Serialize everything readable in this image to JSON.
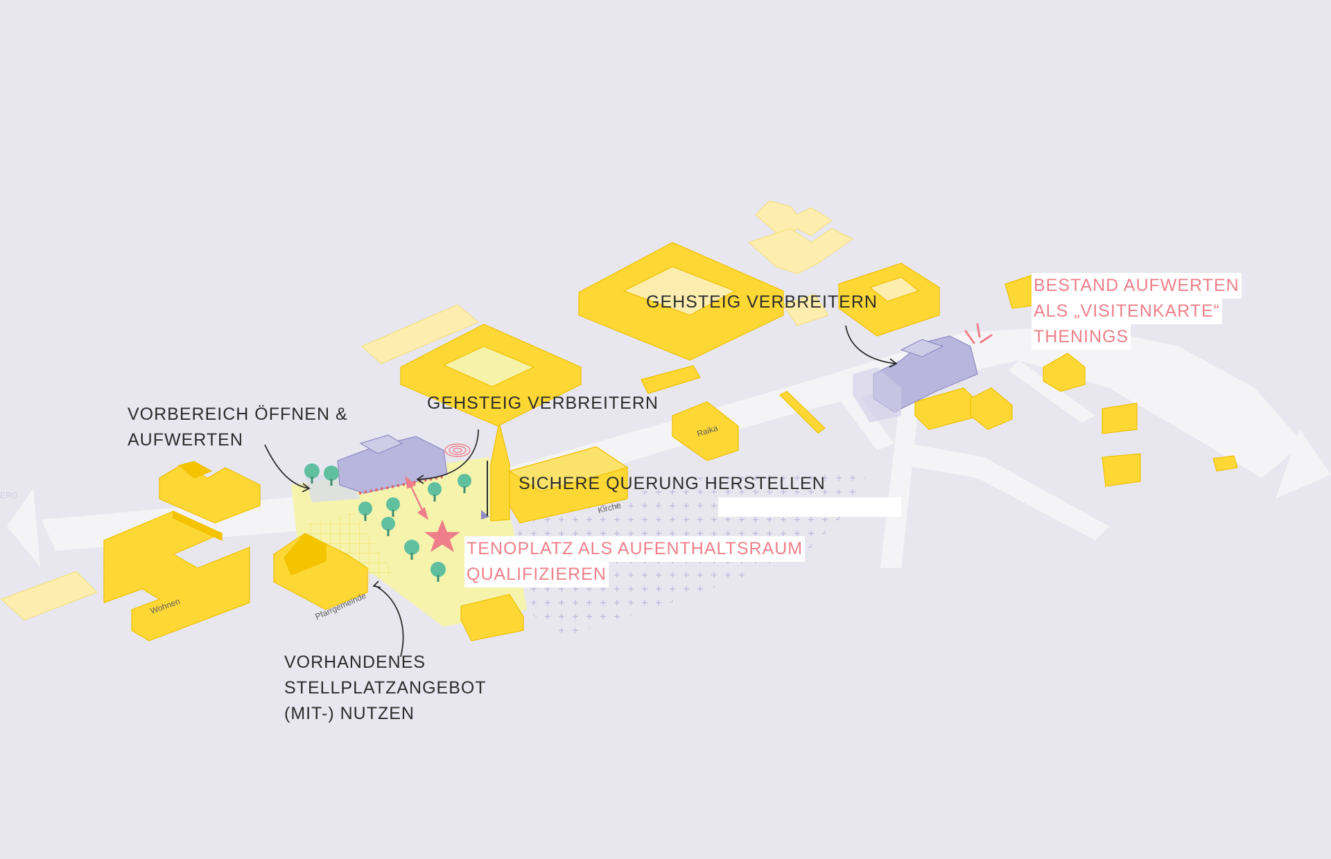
{
  "annotations": {
    "vorbereich": [
      "VORBEREICH ÖFFNEN &",
      "AUFWERTEN"
    ],
    "gehsteig_left": "GEHSTEIG VERBREITERN",
    "gehsteig_right": "GEHSTEIG VERBREITERN",
    "querung": "SICHERE QUERUNG HERSTELLEN",
    "tenoplatz": [
      "TENOPLATZ ALS AUFENTHALTSRAUM",
      "QUALIFIZIEREN"
    ],
    "bestand": [
      "BESTAND AUFWERTEN",
      "ALS „VISITENKARTE“",
      "THENINGS"
    ],
    "stellplatz": [
      "VORHANDENES",
      "STELLPLATZANGEBOT",
      "(MIT-) NUTZEN"
    ]
  },
  "place_labels": {
    "wohnen": "Wohnen",
    "pfarrgemeinde": "Pfarrgemeinde",
    "kirche": "Kirche",
    "raika": "Raika",
    "road_end": "ERG"
  },
  "colors": {
    "background": "#e8e7ef",
    "building": "#fdd835",
    "building_edge": "#f2c200",
    "building_light": "#fdeeb0",
    "focus_building": "#b9b6dd",
    "plaza": "#f6f3a8",
    "road": "#f4f4f6",
    "tree": "#5fbf9e",
    "accent_pink": "#ee7f8a",
    "text": "#2b2b2b"
  },
  "icons": [
    "arrow-left-icon",
    "arrow-right-icon",
    "star-icon",
    "tree-icon",
    "fountain-icon",
    "highlight-burst-icon",
    "double-arrow-icon"
  ]
}
